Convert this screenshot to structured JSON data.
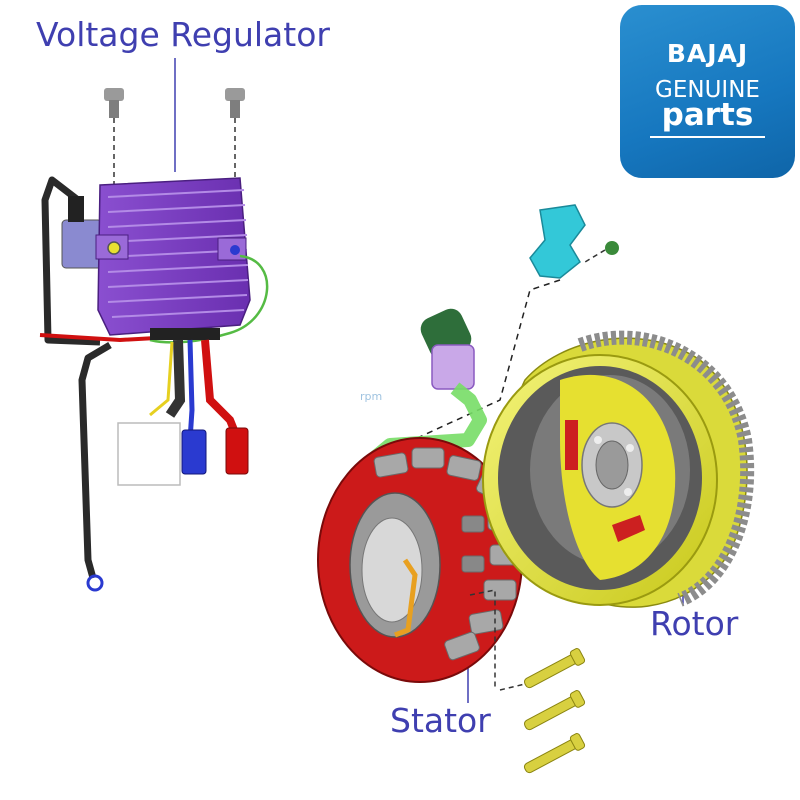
{
  "labels": {
    "voltage_regulator": "Voltage Regulator",
    "rotor": "Rotor",
    "stator": "Stator"
  },
  "logo": {
    "brand": "BAJAJ",
    "line1": "GENUINE",
    "line2": "parts"
  },
  "watermark": "rpm",
  "colors": {
    "label_text": "#3f3fb0",
    "logo_bg": "#1a7cc4",
    "regulator": "#7a3fbf",
    "rotor_shell": "#e8e832",
    "stator_body": "#d42020",
    "wire_green": "#66cc55",
    "bracket_cyan": "#33c8d8"
  }
}
